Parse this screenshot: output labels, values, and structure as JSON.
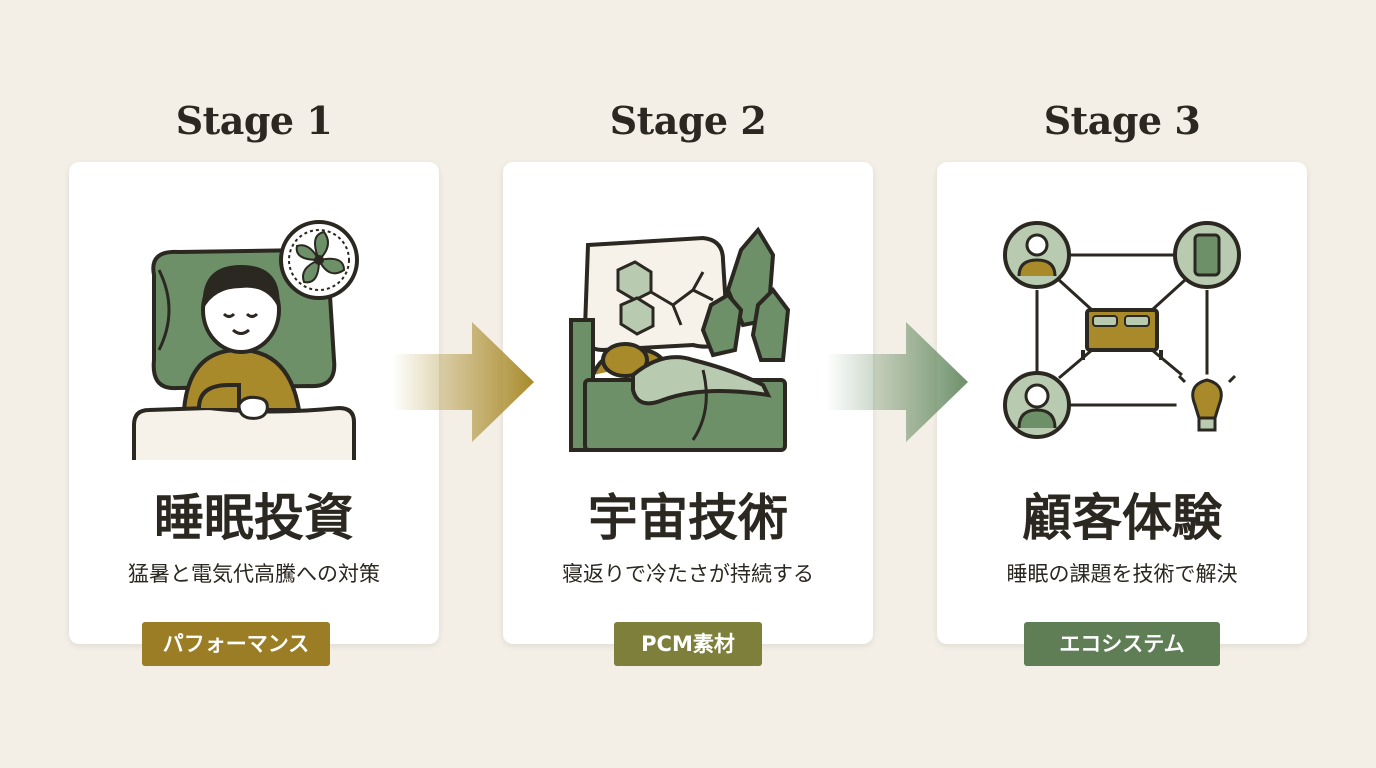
{
  "stages": [
    {
      "stage_label": "Stage 1",
      "title": "睡眠投資",
      "subtitle": "猛暑と電気代高騰への対策",
      "tag": "パフォーマンス",
      "tag_color": "#9a7d24",
      "icon": "sleeping-person-with-fan"
    },
    {
      "stage_label": "Stage 2",
      "title": "宇宙技術",
      "subtitle": "寝返りで冷たさが持続する",
      "tag": "PCM素材",
      "tag_color": "#7e7f3b",
      "icon": "bed-with-molecules-and-crystals"
    },
    {
      "stage_label": "Stage 3",
      "title": "顧客体験",
      "subtitle": "睡眠の課題を技術で解決",
      "tag": "エコシステム",
      "tag_color": "#5f7e56",
      "icon": "connected-ecosystem-network"
    }
  ],
  "colors": {
    "background": "#f3efe6",
    "card": "#ffffff",
    "green": "#6d9069",
    "mustard": "#a88a2a",
    "outline": "#2b2721",
    "light_green": "#b8cbb0"
  }
}
